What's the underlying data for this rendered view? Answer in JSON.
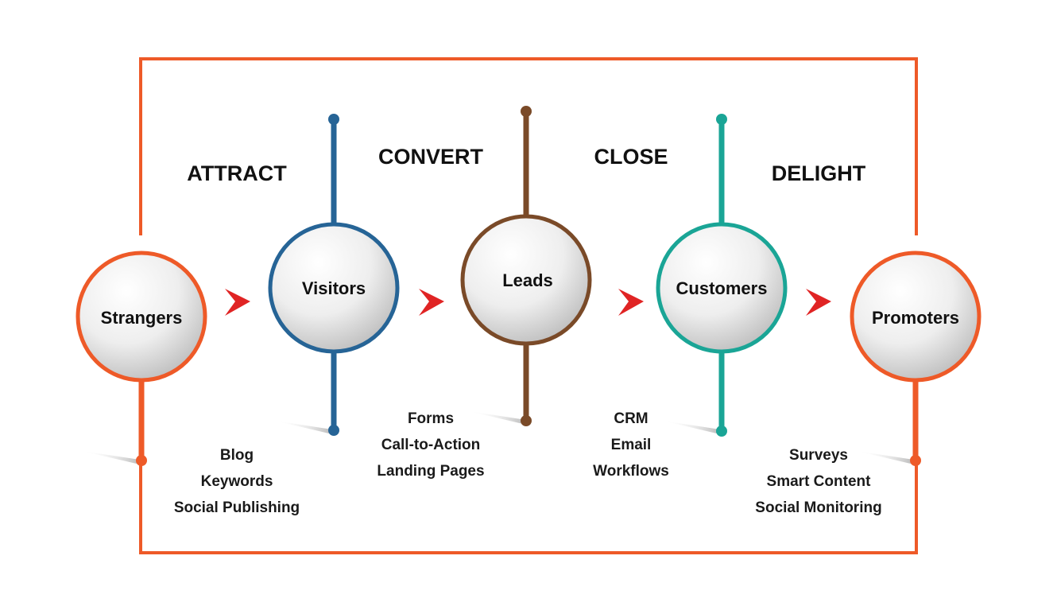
{
  "colors": {
    "frame": "#ee5a28",
    "orange": "#ee5a28",
    "blue": "#266496",
    "brown": "#7a4a28",
    "teal": "#1aa596",
    "arrow": "#e02424"
  },
  "stages": [
    {
      "key": "attract",
      "label": "ATTRACT"
    },
    {
      "key": "convert",
      "label": "CONVERT"
    },
    {
      "key": "close",
      "label": "CLOSE"
    },
    {
      "key": "delight",
      "label": "DELIGHT"
    }
  ],
  "nodes": [
    {
      "key": "strangers",
      "label": "Strangers",
      "color_key": "orange"
    },
    {
      "key": "visitors",
      "label": "Visitors",
      "color_key": "blue"
    },
    {
      "key": "leads",
      "label": "Leads",
      "color_key": "brown"
    },
    {
      "key": "customers",
      "label": "Customers",
      "color_key": "teal"
    },
    {
      "key": "promoters",
      "label": "Promoters",
      "color_key": "orange"
    }
  ],
  "tools": [
    {
      "stage": "attract",
      "items": [
        "Blog",
        "Keywords",
        "Social Publishing"
      ]
    },
    {
      "stage": "convert",
      "items": [
        "Forms",
        "Call-to-Action",
        "Landing Pages"
      ]
    },
    {
      "stage": "close",
      "items": [
        "CRM",
        "Email",
        "Workflows"
      ]
    },
    {
      "stage": "delight",
      "items": [
        "Surveys",
        "Smart Content",
        "Social Monitoring"
      ]
    }
  ],
  "arrow_icon": "chevron-right-icon"
}
